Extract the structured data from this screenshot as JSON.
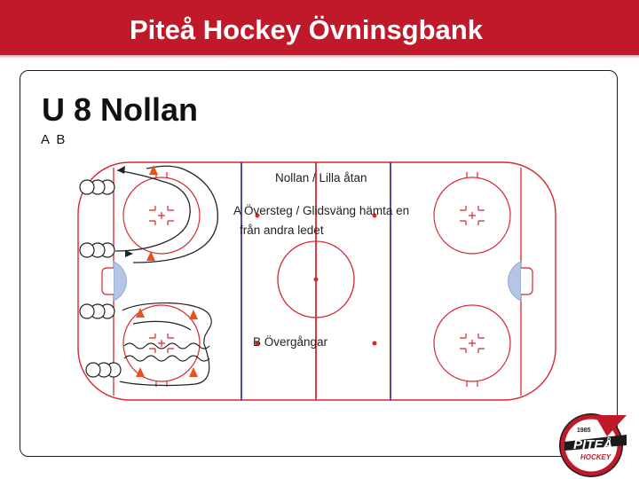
{
  "header": {
    "title": "Piteå Hockey Övninsgbank"
  },
  "slide": {
    "title": "U 8 Nollan",
    "subtitle": "A B"
  },
  "drill": {
    "label_title": "Nollan / Lilla åtan",
    "label_a_line1": "A Översteg / Glidsväng hämta en",
    "label_a_line2": "från andra ledet",
    "label_b": "B Övergångar"
  },
  "colors": {
    "header": "#c01a2a",
    "rink_red": "#d9262f",
    "blue_line": "#3a3aa8",
    "crease": "#b4c6e4",
    "cone": "#e8531c"
  },
  "logo": {
    "year": "1985",
    "name": "PITEÅ",
    "word": "HOCKEY"
  }
}
